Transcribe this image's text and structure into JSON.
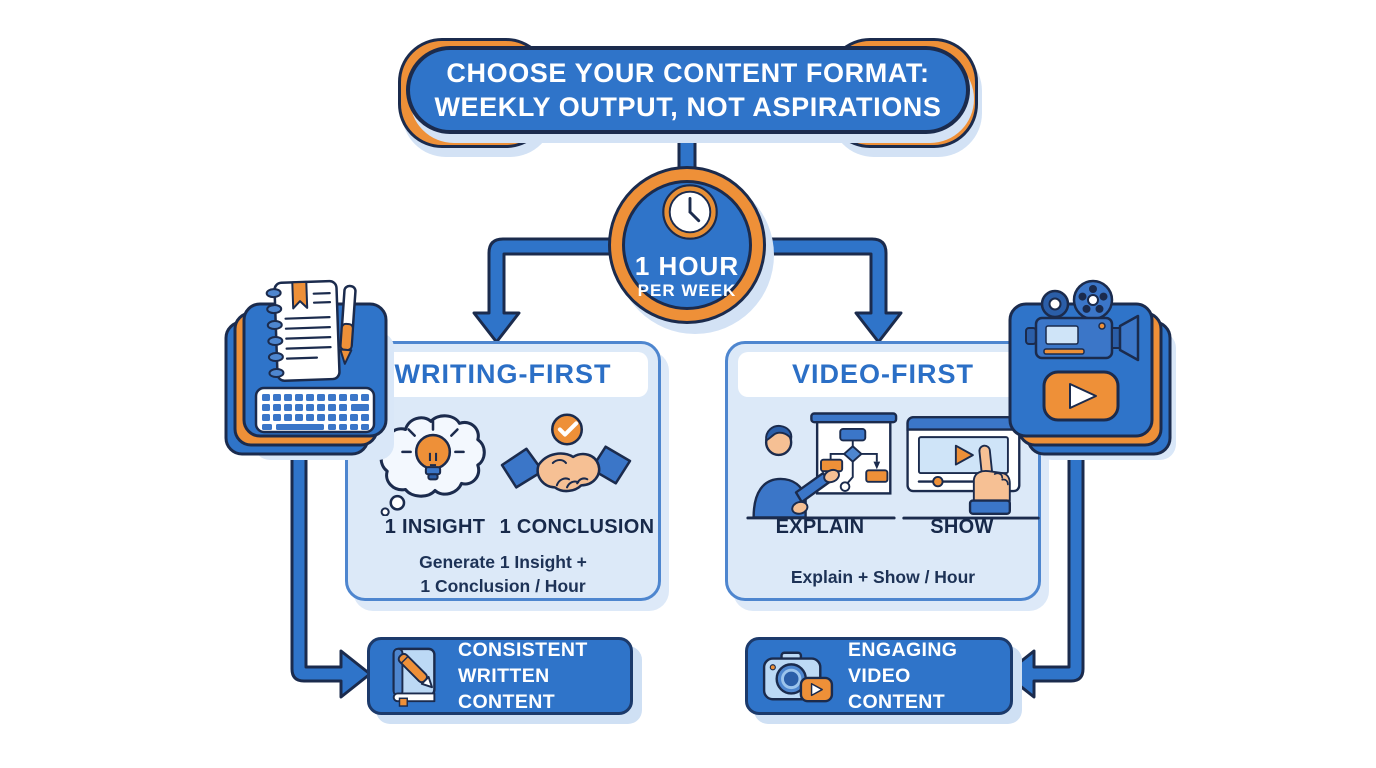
{
  "title": {
    "line1": "CHOOSE YOUR CONTENT FORMAT:",
    "line2": "WEEKLY OUTPUT, NOT ASPIRATIONS"
  },
  "timer": {
    "value": "1 HOUR",
    "unit": "PER WEEK",
    "icon": "clock-icon"
  },
  "branches": {
    "writing": {
      "title": "WRITING-FIRST",
      "item1_icon": "idea-thought-bubble-icon",
      "item1_label": "1 INSIGHT",
      "item2_icon": "handshake-check-icon",
      "item2_label": "1 CONCLUSION",
      "desc_line1": "Generate 1 Insight +",
      "desc_line2": "1 Conclusion / Hour",
      "side_icon": "notebook-keyboard-icon",
      "result_icon": "book-pen-icon",
      "result_line1": "CONSISTENT",
      "result_line2": "WRITTEN CONTENT"
    },
    "video": {
      "title": "VIDEO-FIRST",
      "item1_icon": "presenter-flowchart-icon",
      "item1_label": "EXPLAIN",
      "item2_icon": "video-player-hand-icon",
      "item2_label": "SHOW",
      "desc": "Explain + Show / Hour",
      "side_icon": "movie-camera-play-icon",
      "result_icon": "camera-play-icon",
      "result_line1": "ENGAGING",
      "result_line2": "VIDEO CONTENT"
    }
  },
  "colors": {
    "primary_blue": "#2F74C9",
    "deep_blue": "#2B5EA8",
    "accent_orange": "#EE9038",
    "outline_navy": "#1B2B4D",
    "card_background": "#DCE9F8",
    "heading_blue": "#2B6FC6",
    "text_navy": "#17294A",
    "shadow_blue": "#D3E2F5",
    "skin_tone": "#F6C094"
  }
}
